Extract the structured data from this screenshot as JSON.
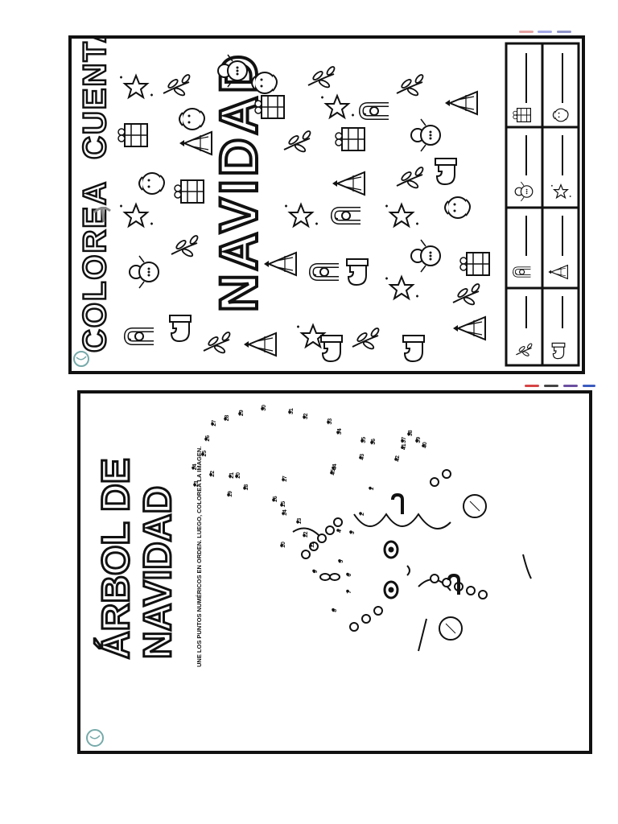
{
  "top_sheet": {
    "title_left": "COLOREA",
    "title_right": "CUENTA",
    "title_main": "NAVIDAD",
    "grid_icons": [
      "snowman-icon",
      "santa-icon",
      "christmas-tree-icon",
      "star-icon",
      "gift-icon",
      "candy-cane-icon",
      "stocking-icon",
      "holly-leaf-icon"
    ]
  },
  "bottom_sheet": {
    "title_line1": "ÁRBOL DE",
    "title_line2": "NAVIDAD",
    "instructions": "UNE LOS PUNTOS NUMÉRICOS EN ORDEN. LUEGO, COLOREA LA IMAGEN.",
    "dot_numbers": [
      "1",
      "2",
      "3",
      "4",
      "5",
      "6",
      "7",
      "8",
      "9",
      "10",
      "11",
      "12",
      "13",
      "14",
      "15",
      "16",
      "17",
      "18",
      "19",
      "20",
      "21",
      "22",
      "23",
      "24",
      "25",
      "26",
      "27",
      "28",
      "29",
      "30",
      "31",
      "32",
      "33",
      "34",
      "35",
      "36",
      "37",
      "38",
      "39",
      "40",
      "41",
      "42",
      "43",
      "44",
      "45"
    ]
  }
}
